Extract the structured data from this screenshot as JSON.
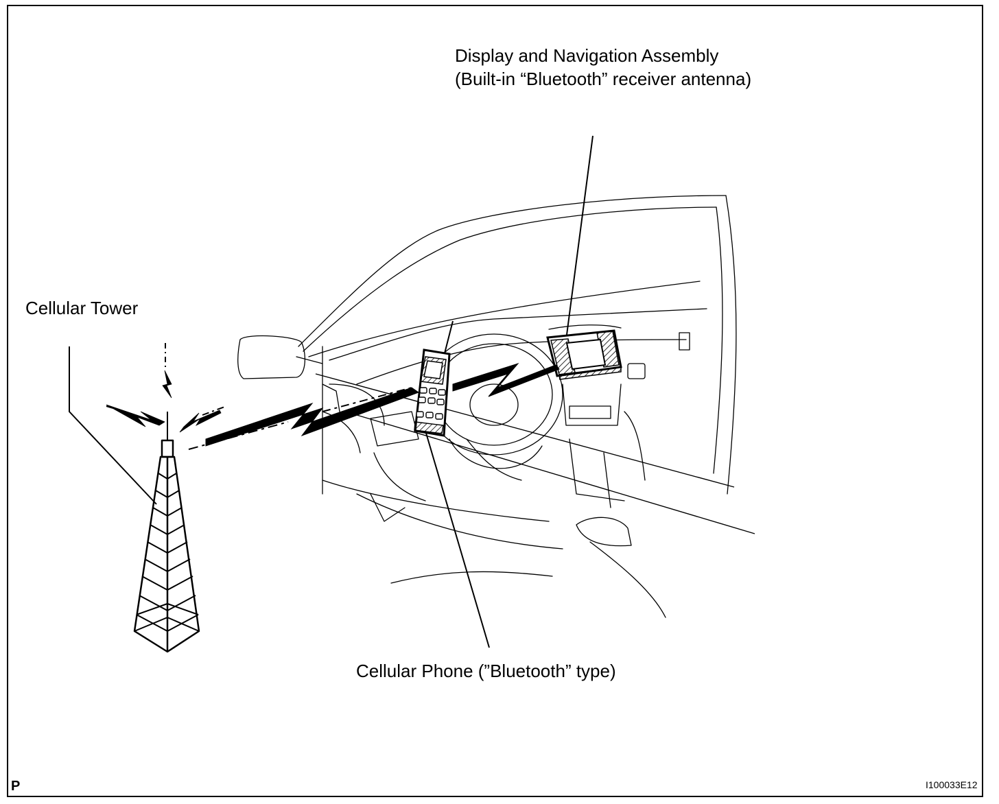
{
  "labels": {
    "display_nav_line1": "Display and Navigation Assembly",
    "display_nav_line2": "(Built-in “Bluetooth” receiver antenna)",
    "cellular_tower": "Cellular Tower",
    "cellular_phone": "Cellular Phone (”Bluetooth” type)",
    "corner_letter": "P",
    "figure_code": "I100033E12"
  }
}
